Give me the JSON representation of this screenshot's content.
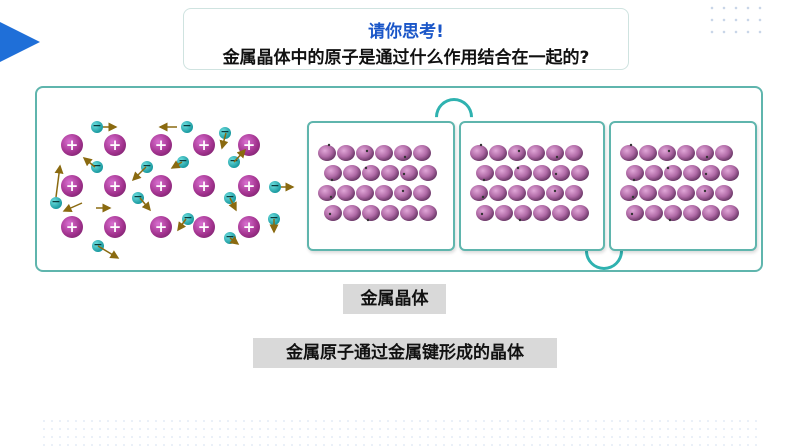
{
  "header": {
    "title": "请你思考!",
    "question": "金属晶体中的原子是通过什么作用结合在一起的?"
  },
  "diagram": {
    "ion_symbol": "+",
    "electron_symbol": "−"
  },
  "labels": {
    "term": "金属晶体",
    "definition": "金属原子通过金属键形成的晶体"
  },
  "colors": {
    "accent_blue": "#1f6fd8",
    "frame_teal": "#5fb5ad",
    "ion_purple": "#a3338f",
    "electron_cyan": "#1a9aa0"
  }
}
